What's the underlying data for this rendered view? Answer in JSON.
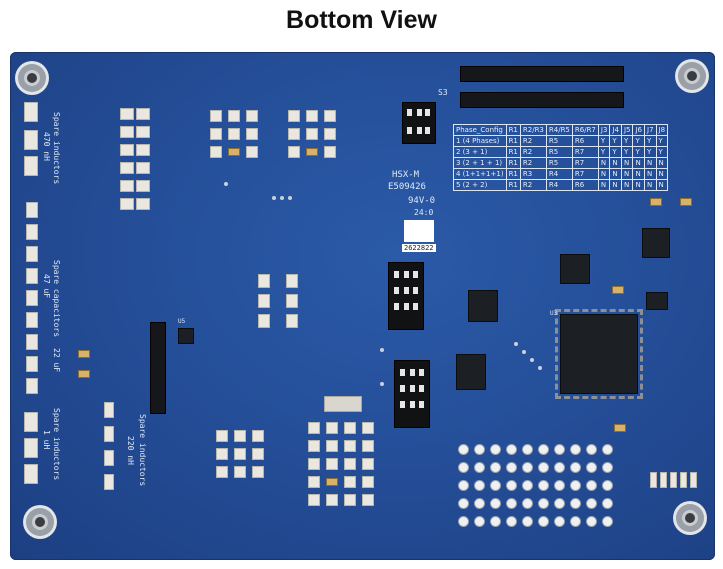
{
  "title": "Bottom View",
  "silkscreen": {
    "board_name": "HSX-M",
    "board_number": "E509426",
    "ul_rating": "94V-0",
    "date_code": "24:0",
    "label_number": "2622822",
    "spare_inductors_top": "Spare inductors",
    "inductor_value_top": "470 nH",
    "spare_capacitors": "Spare capacitors",
    "cap_value_1": "47 uF",
    "cap_value_2": "22 uF",
    "spare_inductors_bottom": "Spare inductors",
    "inductor_value_bottom": "1 uH",
    "spare_inductors_mid": "Spare inductors",
    "inductor_value_mid": "220 nH",
    "switch_label": "S3",
    "mcu_label": "U3",
    "ic_label": "U5"
  },
  "phase_table": {
    "headers": [
      "Phase_Config",
      "R1",
      "R2/R3",
      "R4/R5",
      "R6/R7",
      "J3",
      "J4",
      "J5",
      "J6",
      "J7",
      "J8"
    ],
    "rows": [
      [
        "1 (4 Phases)",
        "R1",
        "R2",
        "R5",
        "R6",
        "Y",
        "Y",
        "Y",
        "Y",
        "Y",
        "Y"
      ],
      [
        "2 (3 + 1)",
        "R1",
        "R2",
        "R5",
        "R7",
        "Y",
        "Y",
        "Y",
        "Y",
        "Y",
        "Y"
      ],
      [
        "3 (2 + 1 + 1)",
        "R1",
        "R2",
        "R5",
        "R7",
        "N",
        "N",
        "N",
        "N",
        "N",
        "N"
      ],
      [
        "4 (1+1+1+1)",
        "R1",
        "R3",
        "R4",
        "R7",
        "N",
        "N",
        "N",
        "N",
        "N",
        "N"
      ],
      [
        "5 (2 + 2)",
        "R1",
        "R2",
        "R4",
        "R6",
        "N",
        "N",
        "N",
        "N",
        "N",
        "N"
      ]
    ]
  },
  "colors": {
    "pcb": "#234c95",
    "silkscreen": "#dfe8f5",
    "pad": "#e9e7df"
  }
}
